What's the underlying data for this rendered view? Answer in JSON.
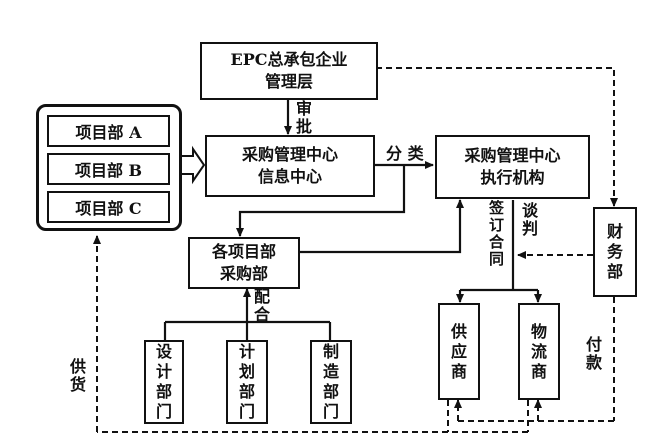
{
  "nodes": {
    "epc_line1": "EPC总承包企业",
    "epc_line2": "管理层",
    "info_line1": "采购管理中心",
    "info_line2": "信息中心",
    "exec_line1": "采购管理中心",
    "exec_line2": "执行机构",
    "proj_dept_line1": "各项目部",
    "proj_dept_line2": "采购部",
    "proj_a": "项目部 A",
    "proj_b": "项目部 B",
    "proj_c": "项目部 C",
    "finance": [
      "财",
      "务",
      "部"
    ],
    "design": [
      "设",
      "计",
      "部",
      "门"
    ],
    "plan": [
      "计",
      "划",
      "部",
      "门"
    ],
    "manufacture": [
      "制",
      "造",
      "部",
      "门"
    ],
    "supplier": [
      "供",
      "应",
      "商"
    ],
    "logistics": [
      "物",
      "流",
      "商"
    ]
  },
  "labels": {
    "approve": [
      "审",
      "批"
    ],
    "classify": "分 类",
    "sign_contract": [
      "签",
      "订",
      "合",
      "同"
    ],
    "negotiate": [
      "谈",
      "判"
    ],
    "cooperate": [
      "配",
      "合"
    ],
    "supply_goods": [
      "供",
      "货"
    ],
    "payment": [
      "付",
      "款"
    ]
  }
}
